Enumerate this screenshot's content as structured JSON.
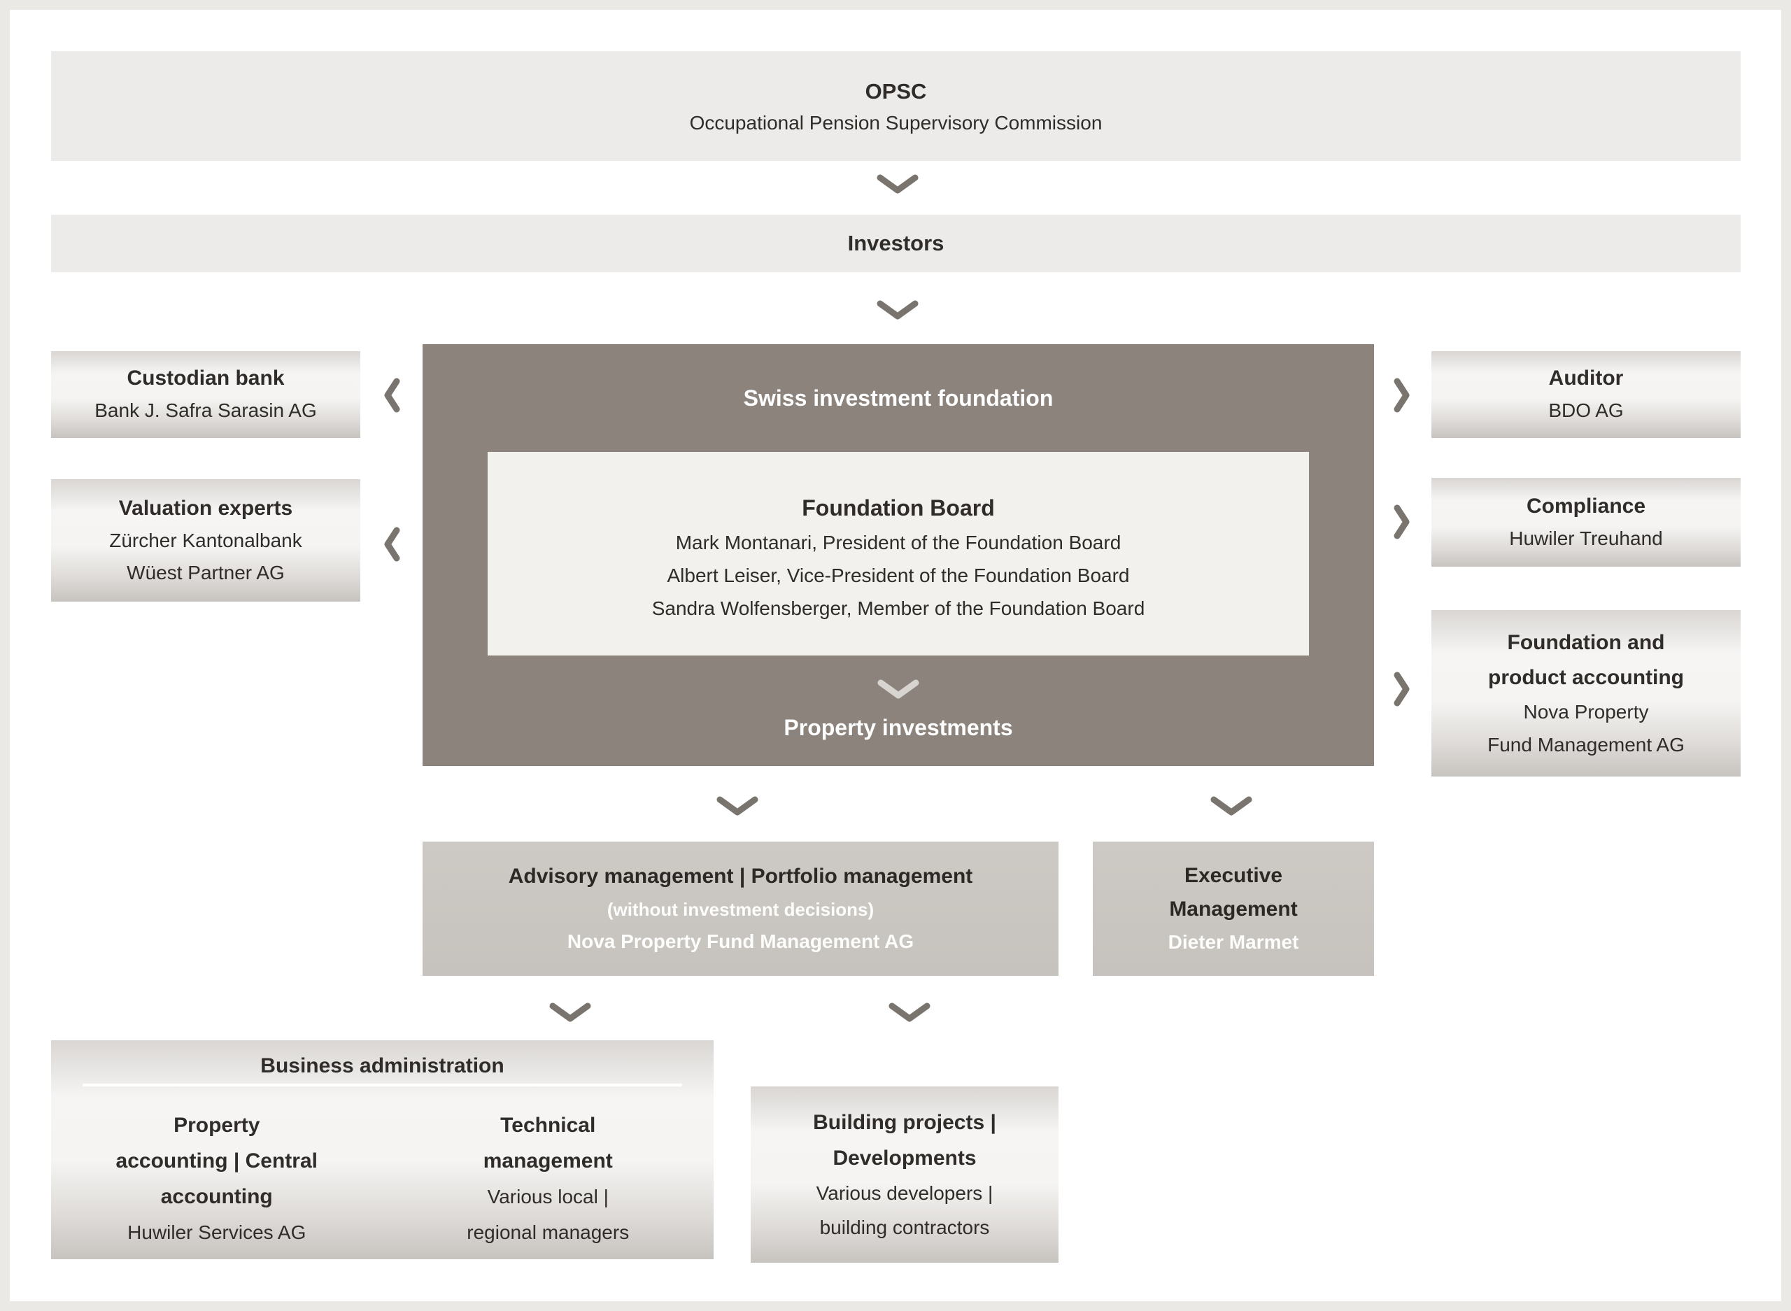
{
  "diagram": {
    "opsc": {
      "title": "OPSC",
      "subtitle": "Occupational Pension Supervisory Commission"
    },
    "investors": {
      "title": "Investors"
    },
    "foundation": {
      "title": "Swiss investment foundation",
      "board": {
        "title": "Foundation Board",
        "members": [
          "Mark Montanari, President of the Foundation Board",
          "Albert Leiser, Vice-President of the Foundation Board",
          "Sandra Wolfensberger, Member of the Foundation Board"
        ]
      },
      "footer": "Property investments"
    },
    "custodian_bank": {
      "title": "Custodian bank",
      "lines": [
        "Bank J. Safra Sarasin AG"
      ]
    },
    "valuation_experts": {
      "title": "Valuation experts",
      "lines": [
        "Zürcher Kantonalbank",
        "Wüest Partner AG"
      ]
    },
    "auditor": {
      "title": "Auditor",
      "lines": [
        "BDO AG"
      ]
    },
    "compliance": {
      "title": "Compliance",
      "lines": [
        "Huwiler Treuhand"
      ]
    },
    "foundation_product_accounting": {
      "title_lines": [
        "Foundation and",
        "product accounting"
      ],
      "lines": [
        "Nova Property",
        "Fund Management AG"
      ]
    },
    "advisory": {
      "title": "Advisory management | Portfolio management",
      "note": "(without investment decisions)",
      "company": "Nova Property Fund Management AG"
    },
    "executive": {
      "title_lines": [
        "Executive",
        "Management"
      ],
      "person": "Dieter Marmet"
    },
    "business_administration": {
      "title": "Business administration",
      "columns": [
        {
          "title_lines": [
            "Property",
            "accounting | Central",
            "accounting"
          ],
          "lines": [
            "Huwiler Services AG"
          ]
        },
        {
          "title_lines": [
            "Technical",
            "management"
          ],
          "lines": [
            "Various local |",
            "regional managers"
          ]
        }
      ]
    },
    "building_projects": {
      "title_lines": [
        "Building projects |",
        "Developments"
      ],
      "lines": [
        "Various developers |",
        "building contractors"
      ]
    }
  },
  "colors": {
    "frame": "#ebe9e6",
    "band_box": "#ecebe9",
    "dark_box": "#8b837c",
    "inner_box": "#f2f1ee",
    "medium_box": "#c9c5c0",
    "text_dark": "#2f2c29",
    "text_light": "#ffffff",
    "chevron": "#7a746e",
    "chevron_light": "#d8d5d1"
  }
}
